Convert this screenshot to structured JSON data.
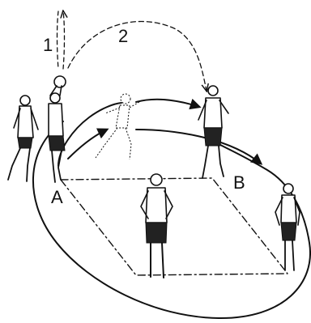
{
  "labels": {
    "step_1": "1",
    "step_2": "2",
    "point_a": "A",
    "point_b": "B"
  },
  "colors": {
    "ink": "#111111",
    "paper": "#ffffff"
  }
}
